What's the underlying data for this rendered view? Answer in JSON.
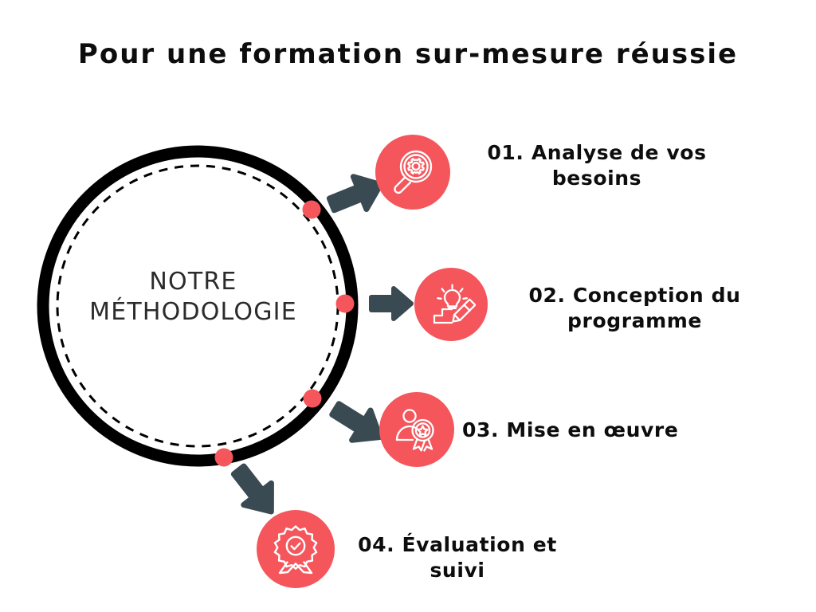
{
  "page": {
    "title": "Pour une formation sur-mesure réussie",
    "background_color": "#ffffff"
  },
  "colors": {
    "accent_red": "#f4565c",
    "arrow_slate": "#3a4a53",
    "ring_black": "#000000",
    "text_dark": "#0d0d0d",
    "center_text": "#2b2b2b"
  },
  "center": {
    "label_line1": "NOTRE",
    "label_line2": "MÉTHODOLOGIE",
    "ring_style": "solid-black-with-inner-dashed"
  },
  "steps": [
    {
      "number": "01.",
      "label": "01. Analyse de vos besoins",
      "icon": "magnifier-gear-icon",
      "arrow": "arrow-up-right-icon",
      "node": "node-dot-01"
    },
    {
      "number": "02.",
      "label": "02. Conception du programme",
      "icon": "lightbulb-pencil-icon",
      "arrow": "arrow-right-icon",
      "node": "node-dot-02"
    },
    {
      "number": "03.",
      "label": "03. Mise en œuvre",
      "icon": "person-award-icon",
      "arrow": "arrow-down-right-icon",
      "node": "node-dot-03"
    },
    {
      "number": "04.",
      "label": "04. Évaluation et suivi",
      "icon": "rosette-check-icon",
      "arrow": "arrow-down-right-steep-icon",
      "node": "node-dot-04"
    }
  ]
}
